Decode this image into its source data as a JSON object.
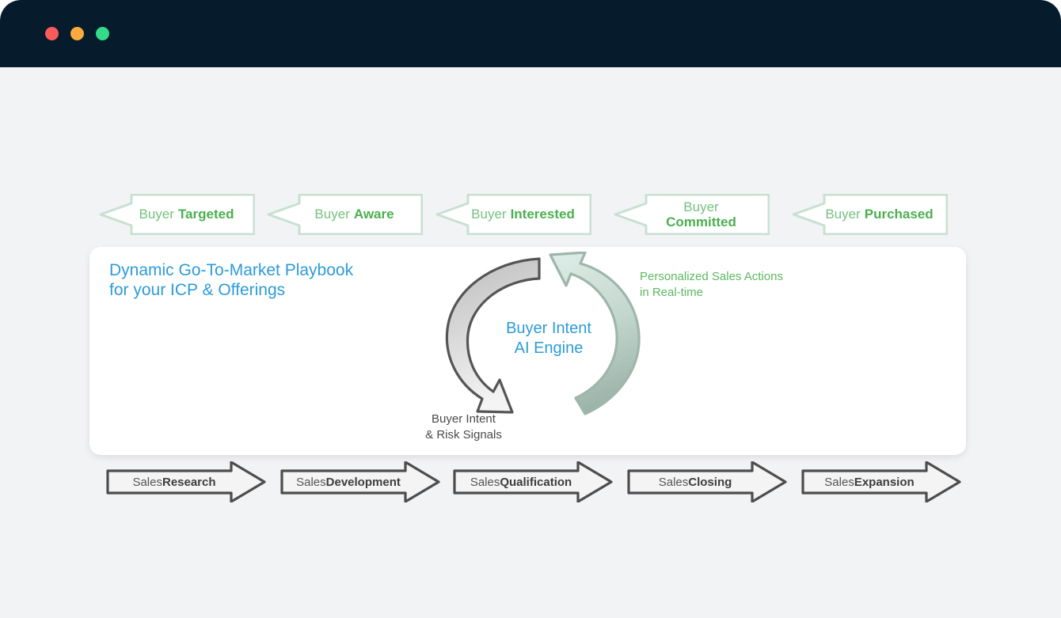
{
  "window": {
    "titlebar_color": "#061c2c",
    "background_color": "#f2f3f5",
    "traffic_lights": [
      {
        "name": "close",
        "color": "#fb5b5b"
      },
      {
        "name": "minimize",
        "color": "#fbab3b"
      },
      {
        "name": "maximize",
        "color": "#35d98a"
      }
    ]
  },
  "buyer_stages": {
    "accent_light": "#77c081",
    "accent_bold": "#4caf50",
    "outline_color": "#c8e0d2",
    "items": [
      {
        "prefix": "Buyer",
        "emphasis": "Targeted",
        "wrap": false
      },
      {
        "prefix": "Buyer",
        "emphasis": "Aware",
        "wrap": false
      },
      {
        "prefix": "Buyer",
        "emphasis": "Interested",
        "wrap": false
      },
      {
        "prefix": "Buyer",
        "emphasis": "Committed",
        "wrap": true
      },
      {
        "prefix": "Buyer",
        "emphasis": "Purchased",
        "wrap": false
      }
    ]
  },
  "playbook_card": {
    "title": "Dynamic Go-To-Market Playbook\nfor your ICP & Offerings",
    "title_color": "#2e9bd8",
    "background": "#ffffff"
  },
  "cycle": {
    "center_label": "Buyer Intent\nAI Engine",
    "center_color": "#2e9bd8",
    "inbound_note": "Buyer Intent\n& Risk Signals",
    "inbound_note_color": "#4a4a4a",
    "outbound_note": "Personalized  Sales Actions\nin Real-time",
    "outbound_note_color": "#5cb860",
    "arcs": [
      {
        "name": "intent-signals-arc",
        "direction": "clockwise-down",
        "gradient_from": "#c2c2c2",
        "gradient_to": "#f3f3f3",
        "stroke": "#555555"
      },
      {
        "name": "sales-actions-arc",
        "direction": "counterclockwise-up",
        "gradient_from": "#d9eae3",
        "gradient_to": "#9cb3aa",
        "stroke": "#9eb6ab"
      }
    ]
  },
  "sales_stages": {
    "label_color": "#555555",
    "emphasis_color": "#3d3d3d",
    "outline_color": "#4d4d4d",
    "fill_color": "#f4f4f4",
    "items": [
      {
        "prefix": "Sales",
        "emphasis": "Research"
      },
      {
        "prefix": "Sales",
        "emphasis": "Development"
      },
      {
        "prefix": "Sales",
        "emphasis": "Qualification"
      },
      {
        "prefix": "Sales",
        "emphasis": "Closing"
      },
      {
        "prefix": "Sales",
        "emphasis": "Expansion"
      }
    ]
  }
}
